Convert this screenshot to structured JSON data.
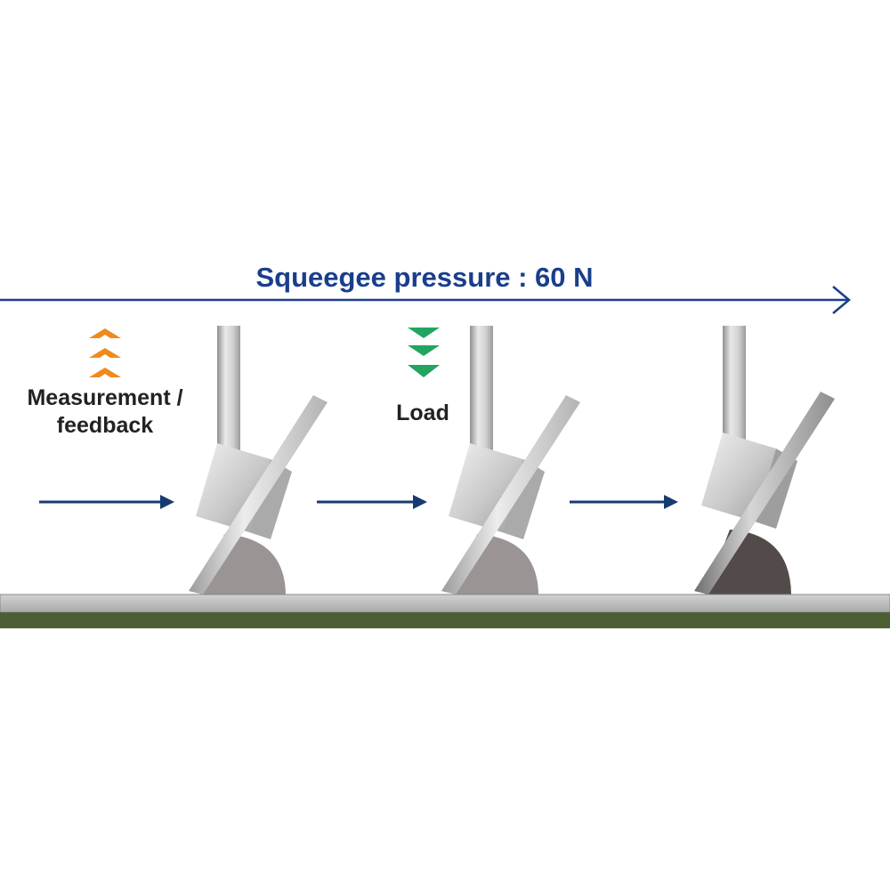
{
  "title": "Squeegee pressure : 60 N",
  "labels": {
    "measurement_line1": "Measurement /",
    "measurement_line2": "feedback",
    "load": "Load"
  },
  "colors": {
    "title": "#1a3e8c",
    "pressure_arrow": "#1a3e8c",
    "flow_arrow": "#173a73",
    "measurement_chevrons": "#f08a1c",
    "load_chevrons": "#21a55f",
    "stage_plate": "#bdbdbd",
    "board": "#4d5e34",
    "solder_light": "#9b9494",
    "solder_dark": "#534a4a"
  },
  "icons": {
    "measurement": "chevron-up-icon",
    "load": "chevron-down-icon"
  },
  "stages": [
    {
      "name": "stage-1",
      "solder_color": "#9b9494"
    },
    {
      "name": "stage-2",
      "solder_color": "#9b9494"
    },
    {
      "name": "stage-3",
      "solder_color": "#534a4a"
    }
  ]
}
